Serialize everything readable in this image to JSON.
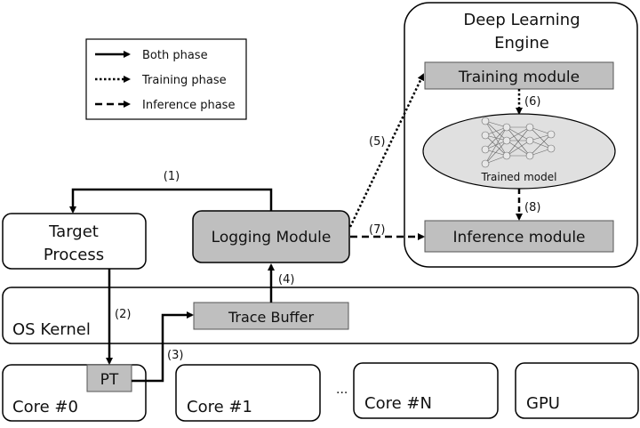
{
  "legend": {
    "both": "Both phase",
    "training": "Training phase",
    "inference": "Inference phase"
  },
  "engine": {
    "title_line1": "Deep Learning",
    "title_line2": "Engine"
  },
  "training_module": "Training module",
  "trained_model": "Trained model",
  "inference_module": "Inference module",
  "logging_module": "Logging Module",
  "target_process": {
    "line1": "Target",
    "line2": "Process"
  },
  "os_kernel": "OS Kernel",
  "trace_buffer": "Trace Buffer",
  "pt": "PT",
  "cores": [
    "Core #0",
    "Core #1",
    "...",
    "Core #N",
    "GPU"
  ],
  "steps": [
    "(1)",
    "(2)",
    "(3)",
    "(4)",
    "(5)",
    "(6)",
    "(7)",
    "(8)"
  ],
  "colors": {
    "module_fill": "#bfbfbf",
    "model_fill": "#e0e0e0",
    "stroke": "#000000"
  }
}
